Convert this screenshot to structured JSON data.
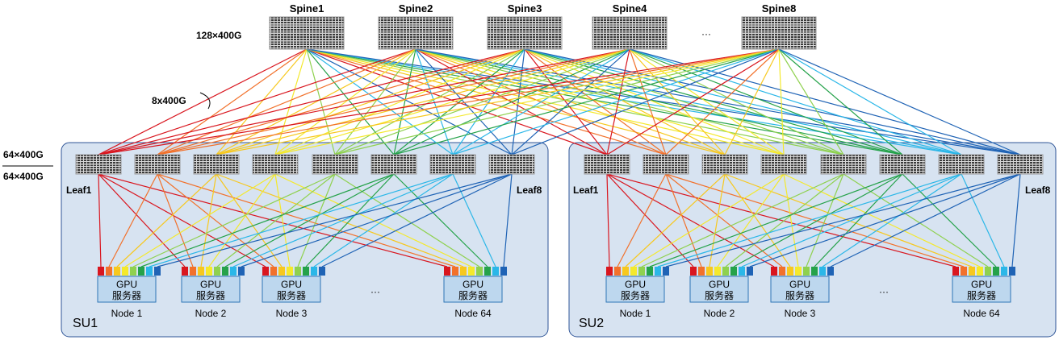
{
  "spine_labels": [
    "Spine1",
    "Spine2",
    "Spine3",
    "Spine4",
    "Spine8"
  ],
  "spine_ellipsis": "···",
  "spine_port_label": "128×400G",
  "uplink_label": "8x400G",
  "leaf_ratio_top": "64×400G",
  "leaf_ratio_bottom": "64×400G",
  "link_colors": [
    "#d9161f",
    "#f2712b",
    "#f7c81e",
    "#f4e92c",
    "#8fd14f",
    "#25a24a",
    "#2bb7e8",
    "#1f63b5"
  ],
  "units": [
    {
      "name": "SU1",
      "leaf_first": "Leaf1",
      "leaf_last": "Leaf8",
      "node_ellipsis": "···",
      "nodes": [
        {
          "line1": "GPU",
          "line2": "服务器",
          "label": "Node 1"
        },
        {
          "line1": "GPU",
          "line2": "服务器",
          "label": "Node 2"
        },
        {
          "line1": "GPU",
          "line2": "服务器",
          "label": "Node 3"
        },
        {
          "line1": "GPU",
          "line2": "服务器",
          "label": "Node 64"
        }
      ]
    },
    {
      "name": "SU2",
      "leaf_first": "Leaf1",
      "leaf_last": "Leaf8",
      "node_ellipsis": "···",
      "nodes": [
        {
          "line1": "GPU",
          "line2": "服务器",
          "label": "Node 1"
        },
        {
          "line1": "GPU",
          "line2": "服务器",
          "label": "Node 2"
        },
        {
          "line1": "GPU",
          "line2": "服务器",
          "label": "Node 3"
        },
        {
          "line1": "GPU",
          "line2": "服务器",
          "label": "Node 64"
        }
      ]
    }
  ]
}
